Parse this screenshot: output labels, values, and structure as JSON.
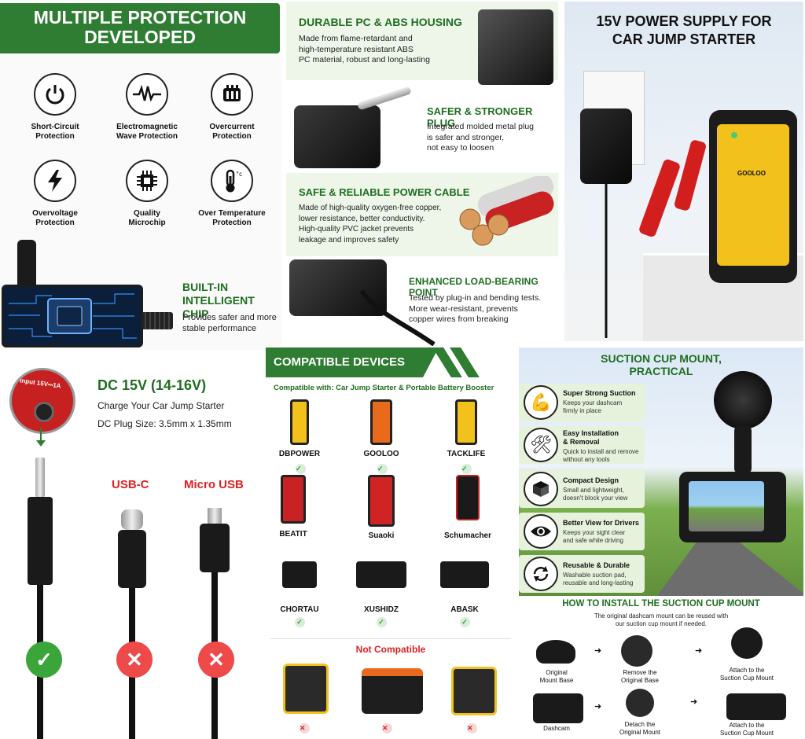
{
  "panel1": {
    "title_line1": "MULTIPLE PROTECTION",
    "title_line2": "DEVELOPED",
    "icons": [
      {
        "line1": "Short-Circuit",
        "line2": "Protection"
      },
      {
        "line1": "Electromagnetic",
        "line2": "Wave Protection"
      },
      {
        "line1": "Overcurrent",
        "line2": "Protection"
      },
      {
        "line1": "Overvoltage",
        "line2": "Protection"
      },
      {
        "line1": "Quality",
        "line2": "Microchip"
      },
      {
        "line1": "Over Temperature",
        "line2": "Protection"
      }
    ],
    "chip_title_line1": "BUILT-IN",
    "chip_title_line2": "INTELLIGENT CHIP",
    "chip_desc_line1": "Provides safer and more",
    "chip_desc_line2": "stable performance"
  },
  "panel2": {
    "f1_title": "DURABLE PC & ABS HOUSING",
    "f1_l1": "Made from flame-retardant and",
    "f1_l2": "high-temperature resistant ABS",
    "f1_l3": "PC material, robust and long-lasting",
    "f2_title": "SAFER & STRONGER PLUG",
    "f2_l1": "Integrated molded metal plug",
    "f2_l2": "is safer and stronger,",
    "f2_l3": "not easy to loosen",
    "f3_title": "SAFE & RELIABLE POWER CABLE",
    "f3_l1": "Made of high-quality oxygen-free copper,",
    "f3_l2": "lower resistance, better conductivity.",
    "f3_l3": "High-quality PVC jacket prevents",
    "f3_l4": "leakage and improves safety",
    "f4_title": "ENHANCED LOAD-BEARING POINT",
    "f4_l1": "Tested by plug-in and bending tests.",
    "f4_l2": "More wear-resistant, prevents",
    "f4_l3": "copper wires from breaking"
  },
  "panel3": {
    "title_line1": "15V POWER SUPPLY FOR",
    "title_line2": "CAR JUMP STARTER",
    "brand": "GOOLOO"
  },
  "panel4": {
    "port_label": "Input 15V⎓1A",
    "dc_title": "DC 15V (14-16V)",
    "dc_sub1": "Charge Your Car Jump Starter",
    "dc_sub2": "DC Plug Size: 3.5mm x 1.35mm",
    "usbc": "USB-C",
    "micro": "Micro USB"
  },
  "panel5": {
    "title": "COMPATIBLE DEVICES",
    "subtitle": "Compatible with: Car Jump Starter & Portable Battery Booster",
    "devices": [
      "DBPOWER",
      "GOOLOO",
      "TACKLIFE",
      "BEATIT",
      "Suaoki",
      "Schumacher",
      "CHORTAU",
      "XUSHIDZ",
      "ABASK"
    ],
    "not_compat": "Not Compatible"
  },
  "panel6": {
    "title_line1": "SUCTION CUP MOUNT,",
    "title_line2": "PRACTICAL",
    "features": [
      {
        "t1": "Super Strong Suction",
        "t2": "",
        "d1": "Keeps your dashcam",
        "d2": "firmly in place"
      },
      {
        "t1": "Easy Installation",
        "t2": "& Removal",
        "d1": "Quick to install and remove",
        "d2": "without any tools"
      },
      {
        "t1": "Compact Design",
        "t2": "",
        "d1": "Small and lightweight,",
        "d2": "doesn't block your view"
      },
      {
        "t1": "Better View for Drivers",
        "t2": "",
        "d1": "Keeps your sight clear",
        "d2": "and safe while driving"
      },
      {
        "t1": "Reusable & Durable",
        "t2": "",
        "d1": "Washable suction pad,",
        "d2": "reusable and long-lasting"
      }
    ],
    "howto_title": "HOW TO INSTALL THE SUCTION CUP MOUNT",
    "howto_sub1": "The original dashcam mount can be reused with",
    "howto_sub2": "our suction cup mount if needed.",
    "steps": [
      {
        "l1": "Original",
        "l2": "Mount Base"
      },
      {
        "l1": "Remove the",
        "l2": "Original Base"
      },
      {
        "l1": "Attach to the",
        "l2": "Suction Cup Mount"
      },
      {
        "l1": "Dashcam",
        "l2": ""
      },
      {
        "l1": "Detach the",
        "l2": "Original Mount"
      },
      {
        "l1": "Attach to the",
        "l2": "Suction Cup Mount"
      }
    ]
  }
}
